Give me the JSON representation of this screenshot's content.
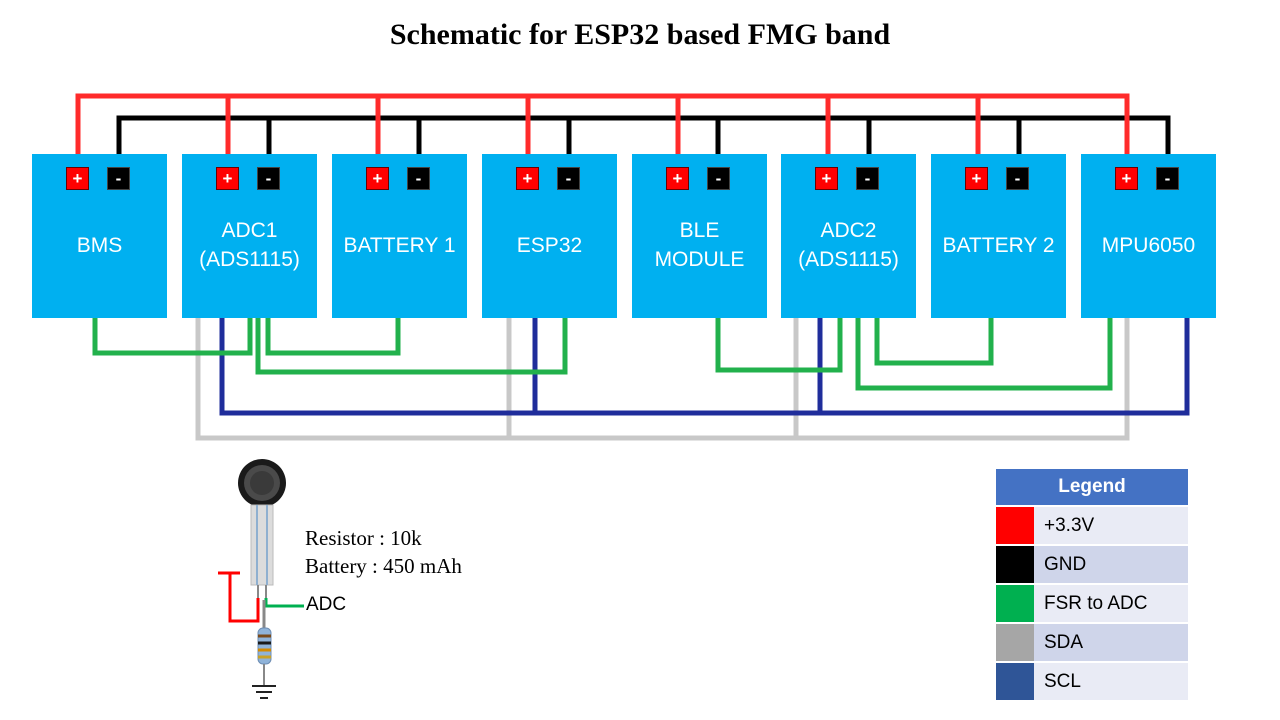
{
  "title": "Schematic for ESP32 based FMG band",
  "modules": [
    {
      "id": "bms",
      "label": "BMS"
    },
    {
      "id": "adc1",
      "label": "ADC1\n(ADS1115)"
    },
    {
      "id": "battery1",
      "label": "BATTERY 1"
    },
    {
      "id": "esp32",
      "label": "ESP32"
    },
    {
      "id": "ble",
      "label": "BLE\nMODULE"
    },
    {
      "id": "adc2",
      "label": "ADC2\n(ADS1115)"
    },
    {
      "id": "battery2",
      "label": "BATTERY 2"
    },
    {
      "id": "mpu6050",
      "label": "MPU6050"
    }
  ],
  "pins": {
    "plus": "+",
    "minus": "-"
  },
  "circuit": {
    "resistor_spec": "Resistor : 10k",
    "battery_spec": "Battery : 450 mAh",
    "adc_label": "ADC"
  },
  "legend": {
    "title": "Legend",
    "items": [
      {
        "label": "+3.3V",
        "color": "#ff0000"
      },
      {
        "label": "GND",
        "color": "#000000"
      },
      {
        "label": "FSR to ADC",
        "color": "#00b050"
      },
      {
        "label": "SDA",
        "color": "#a6a6a6"
      },
      {
        "label": "SCL",
        "color": "#2f5597"
      }
    ]
  },
  "wire_colors": {
    "power": "#ff2b2b",
    "ground": "#000000",
    "fsr": "#22b14c",
    "sda": "#c8c8c8",
    "scl": "#1f2d9b"
  }
}
